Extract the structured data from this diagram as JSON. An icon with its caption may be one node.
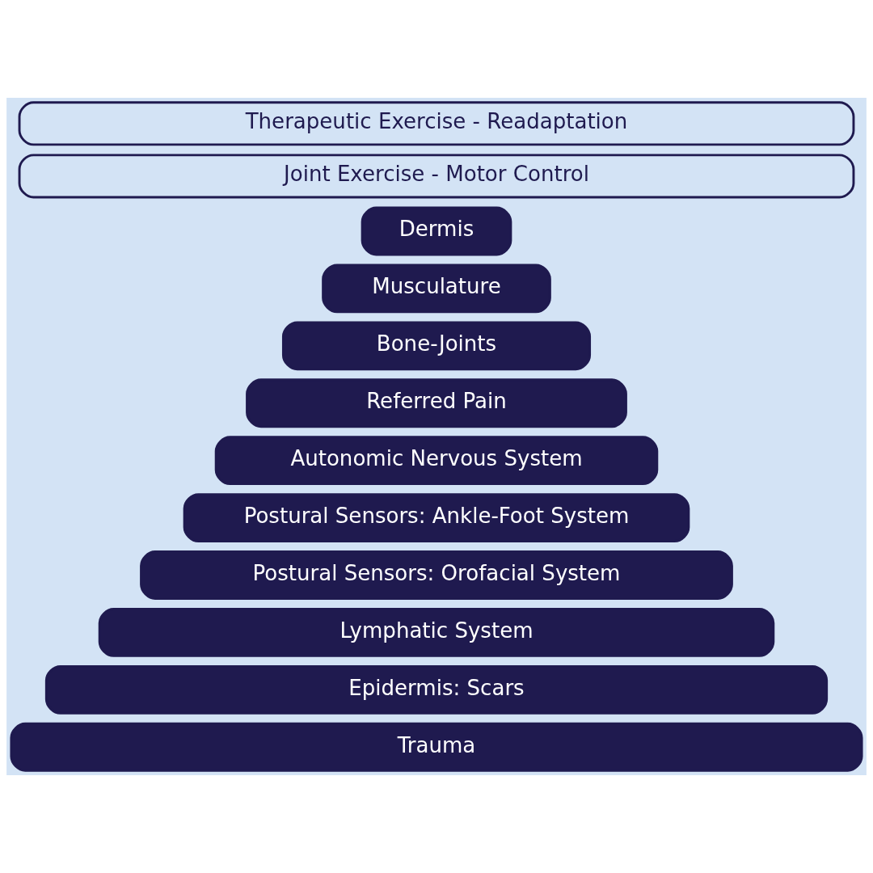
{
  "diagram": {
    "nodes": [
      {
        "text": [
          "Therapeutic Exercise - Readaptation"
        ]
      },
      {
        "text": [
          "Joint Exercise - Motor Control"
        ]
      },
      {
        "text": [
          "Dermis"
        ]
      },
      {
        "text": [
          "Musculature"
        ]
      },
      {
        "text": [
          "Bone-Joints"
        ]
      },
      {
        "text": [
          "Referred Pain"
        ]
      },
      {
        "text": [
          "Autonomic Nervous System"
        ]
      },
      {
        "text": [
          "Postural Sensors: Ankle-Foot System"
        ]
      },
      {
        "text": [
          "Postural Sensors: Orofacial System"
        ]
      },
      {
        "text": [
          "Lymphatic System"
        ]
      },
      {
        "text": [
          "Epidermis: Scars"
        ]
      },
      {
        "text": [
          "Trauma"
        ]
      }
    ]
  }
}
